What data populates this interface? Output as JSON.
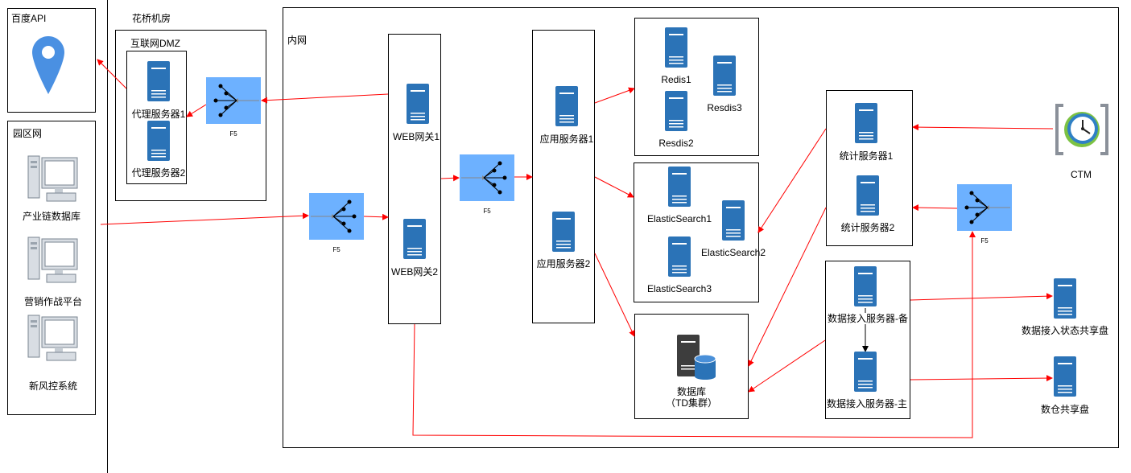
{
  "regions": {
    "baidu": "百度API",
    "huaqiao": "花桥机房",
    "dmz": "互联网DMZ",
    "park": "园区网",
    "intranet": "内网"
  },
  "nodes": {
    "proxy1": "代理服务器1",
    "proxy2": "代理服务器2",
    "f5_dmz": "F5",
    "f5_in": "F5",
    "f5_app": "F5",
    "f5_stat": "F5",
    "chain_db": "产业链数据库",
    "marketing": "营销作战平台",
    "risk": "新风控系统",
    "gw1": "WEB网关1",
    "gw2": "WEB网关2",
    "app1": "应用服务器1",
    "app2": "应用服务器2",
    "redis1": "Redis1",
    "redis2": "Resdis2",
    "redis3": "Resdis3",
    "es1": "ElasticSearch1",
    "es2": "ElasticSearch2",
    "es3": "ElasticSearch3",
    "db_line1": "数据库",
    "db_line2": "（TD集群）",
    "stat1": "统计服务器1",
    "stat2": "统计服务器2",
    "ingest_backup": "数据接入服务器-备",
    "ingest_main": "数据接入服务器-主",
    "ctm": "CTM",
    "share_status": "数据接入状态共享盘",
    "share_warehouse": "数仓共享盘"
  },
  "colors": {
    "server": "#2b73b7",
    "f5": "#6db1ff",
    "edge": "#ff0000",
    "pin": "#4a90e2",
    "database": "#3d3d3d",
    "clock": "#2f80c5"
  },
  "icons": [
    "map-pin-icon",
    "server-icon",
    "load-balancer-icon",
    "desktop-computer-icon",
    "database-icon",
    "clock-icon"
  ]
}
